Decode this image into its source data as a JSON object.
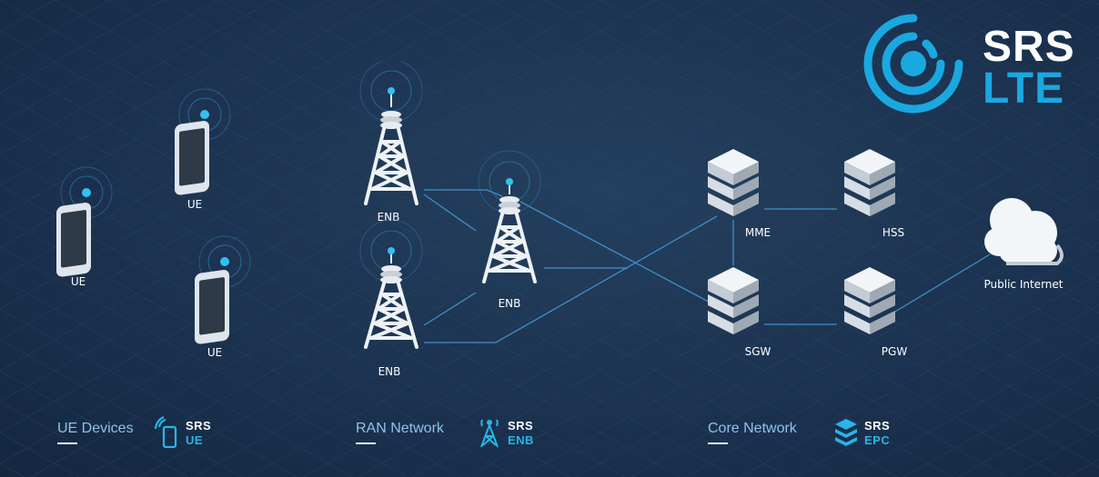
{
  "logo": {
    "line1": "SRS",
    "line2": "LTE"
  },
  "nodes": {
    "ue_left": "UE",
    "ue_top": "UE",
    "ue_bottom": "UE",
    "enb_top": "ENB",
    "enb_bottom": "ENB",
    "enb_center": "ENB",
    "mme": "MME",
    "hss": "HSS",
    "sgw": "SGW",
    "pgw": "PGW",
    "internet": "Public Internet"
  },
  "sections": [
    {
      "title": "UE Devices",
      "badge_top": "SRS",
      "badge_bottom": "UE",
      "icon": "phone-signal-icon"
    },
    {
      "title": "RAN Network",
      "badge_top": "SRS",
      "badge_bottom": "ENB",
      "icon": "antenna-tower-icon"
    },
    {
      "title": "Core Network",
      "badge_top": "SRS",
      "badge_bottom": "EPC",
      "icon": "server-stack-icon"
    }
  ],
  "colors": {
    "background": "#1b3250",
    "accent": "#2ab4e8",
    "link_line": "#3f8fc9",
    "section_title": "#8fc3ea"
  }
}
